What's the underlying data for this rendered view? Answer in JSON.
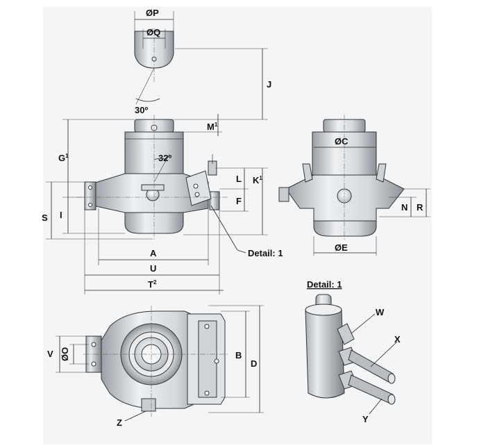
{
  "labels": {
    "P": "ØP",
    "Q": "ØQ",
    "angle30": "30º",
    "angle32": "32º",
    "J": "J",
    "M": "M",
    "M_sup": "1",
    "G": "G",
    "G_sup": "1",
    "K": "K",
    "K_sup": "1",
    "L": "L",
    "F": "F",
    "S": "S",
    "I": "I",
    "A": "A",
    "U": "U",
    "T": "T",
    "T_sup": "2",
    "detail_ref": "Detail: 1",
    "C": "ØC",
    "N": "N",
    "R": "R",
    "E": "ØE",
    "detail_title": "Detail: 1",
    "W": "W",
    "X": "X",
    "Y": "Y",
    "V": "V",
    "O": "ØO",
    "B": "B",
    "D": "D",
    "Z": "Z"
  },
  "colors": {
    "background": "#f4f5f6",
    "part_light": "#e6e8ea",
    "part_mid": "#c9cdd1",
    "part_dark": "#8f959b",
    "line": "#222222"
  }
}
